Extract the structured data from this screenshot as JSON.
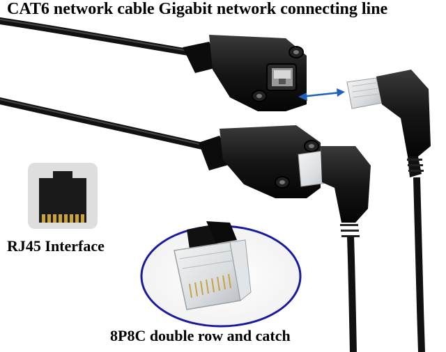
{
  "header": {
    "title": "CAT6 network cable Gigabit network connecting line"
  },
  "labels": {
    "rj45": "RJ45 Interface",
    "plug": "8P8C double row and catch"
  },
  "colors": {
    "background": "#ffffff",
    "cable": "#111111",
    "arrow": "#1f5fbf",
    "highlight_ellipse": "#1a1aa0",
    "contact_gold": "#c9a23a"
  },
  "icons": [
    "rj45-port-icon",
    "double-arrow-icon"
  ]
}
